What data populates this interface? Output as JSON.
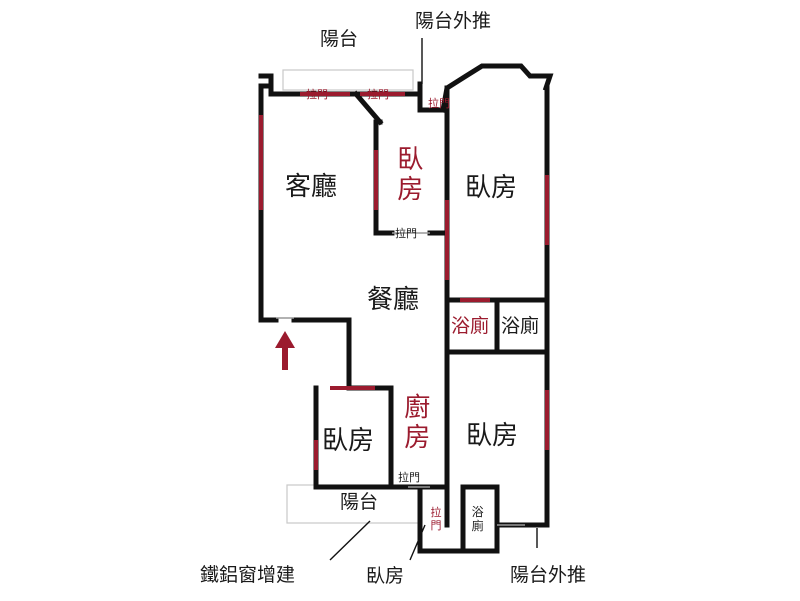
{
  "colors": {
    "wall": "#111111",
    "accent": "#9b1b2e",
    "faint": "#bdbdbd",
    "text": "#1a1a1a"
  },
  "labels": {
    "balcony_top": "陽台",
    "balcony_push_top": "陽台外推",
    "living_room": "客廳",
    "bedroom_small": "臥房",
    "bedroom_right_top": "臥房",
    "dining_room": "餐廳",
    "bath_left": "浴廁",
    "bath_right": "浴廁",
    "bedroom_right_bottom": "臥房",
    "bedroom_left_bottom": "臥房",
    "kitchen": "廚房",
    "balcony_bottom": "陽台",
    "bath_bottom": "浴廁",
    "iron_window": "鐵鋁窗增建",
    "bedroom_bottom_callout": "臥房",
    "balcony_push_bottom": "陽台外推",
    "sliding_door_1": "拉門",
    "sliding_door_2": "拉門",
    "sliding_door_3": "拉門",
    "sliding_door_4": "拉門",
    "sliding_door_5": "拉門",
    "sliding_door_6": "拉門"
  },
  "entrance_icon": "up-arrow-icon"
}
